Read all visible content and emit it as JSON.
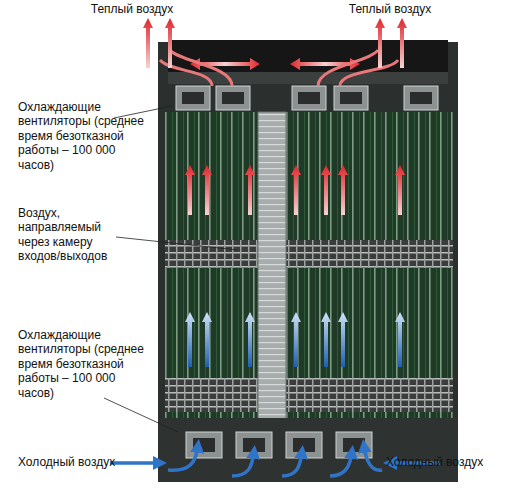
{
  "diagram": {
    "labels": [
      "Теплый воздух",
      "Теплый воздух",
      "Охлаждающие вентиляторы (среднее время безотказной работы – 100 000 часов)",
      "Воздух, направляемый через камеру входов/выходов",
      "Охлаждающие вентиляторы (среднее время безотказной работы – 100 000 часов)",
      "Холодный воздух",
      "Холодный воздух"
    ]
  }
}
